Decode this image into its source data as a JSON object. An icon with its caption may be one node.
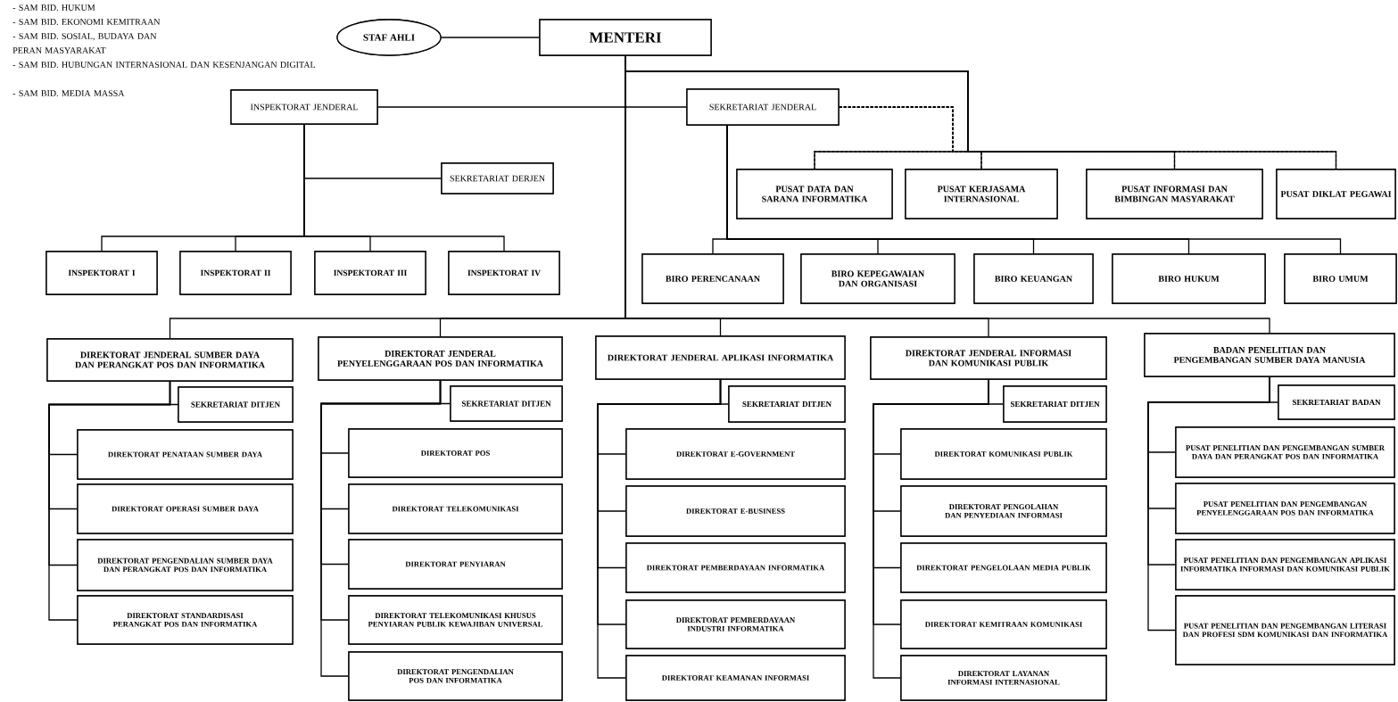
{
  "diagram": {
    "nodes": [
      {
        "text": [
          "STAF AHLI"
        ]
      },
      {
        "text": [
          "MENTERI"
        ]
      },
      {
        "text": [
          "INSPEKTORAT JENDERAL"
        ]
      },
      {
        "text": [
          "SEKRETARIAT JENDERAL"
        ]
      },
      {
        "text": [
          "SEKRETARIAT DERJEN"
        ]
      },
      {
        "text": [
          "INSPEKTORAT I"
        ]
      },
      {
        "text": [
          "INSPEKTORAT II"
        ]
      },
      {
        "text": [
          "INSPEKTORAT III"
        ]
      },
      {
        "text": [
          "INSPEKTORAT IV"
        ]
      },
      {
        "text": [
          "PUSAT DATA DAN SARANA INFORMATIKA"
        ]
      },
      {
        "text": [
          "PUSAT KERJASAMA INTERNASIONAL"
        ]
      },
      {
        "text": [
          "PUSAT INFORMASI DAN BIMBINGAN MASYARAKAT"
        ]
      },
      {
        "text": [
          "PUSAT DIKLAT PEGAWAI"
        ]
      },
      {
        "text": [
          "BIRO PERENCANAAN"
        ]
      },
      {
        "text": [
          "BIRO KEPEGAWAIAN DAN ORGANISASI"
        ]
      },
      {
        "text": [
          "BIRO KEUANGAN"
        ]
      },
      {
        "text": [
          "BIRO HUKUM"
        ]
      },
      {
        "text": [
          "BIRO UMUM"
        ]
      },
      {
        "text": [
          "DIREKTORAT JENDERAL SUMBER DAYA DAN PERANGKAT POS DAN INFORMATIKA"
        ]
      },
      {
        "text": [
          "SEKRETARIAT DITJEN"
        ]
      },
      {
        "text": [
          "DIREKTORAT PENATAAN SUMBER DAYA"
        ]
      },
      {
        "text": [
          "DIREKTORAT OPERASI SUMBER DAYA"
        ]
      },
      {
        "text": [
          "DIREKTORAT PENGENDALIAN SUMBER DAYA DAN PERANGKAT POS DAN INFORMATIKA"
        ]
      },
      {
        "text": [
          "DIREKTORAT STANDARDISASI PERANGKAT POS DAN INFORMATIKA"
        ]
      },
      {
        "text": [
          "DIREKTORAT JENDERAL PENYELENGGARAAN POS DAN INFORMATIKA"
        ]
      },
      {
        "text": [
          "SEKRETARIAT DITJEN"
        ]
      },
      {
        "text": [
          "DIREKTORAT POS"
        ]
      },
      {
        "text": [
          "DIREKTORAT TELEKOMUNIKASI"
        ]
      },
      {
        "text": [
          "DIREKTORAT PENYIARAN"
        ]
      },
      {
        "text": [
          "DIREKTORAT TELEKOMUNIKASI KHUSUS PENYIARAN PUBLIK KEWAJIBAN UNIVERSAL"
        ]
      },
      {
        "text": [
          "DIREKTORAT PENGENDALIAN POS DAN INFORMATIKA"
        ]
      },
      {
        "text": [
          "DIREKTORAT JENDERAL APLIKASI INFORMATIKA"
        ]
      },
      {
        "text": [
          "SEKRETARIAT DITJEN"
        ]
      },
      {
        "text": [
          "DIREKTORAT E-GOVERNMENT"
        ]
      },
      {
        "text": [
          "DIREKTORAT E-BUSINESS"
        ]
      },
      {
        "text": [
          "DIREKTORAT PEMBERDAYAAN INFORMATIKA"
        ]
      },
      {
        "text": [
          "DIREKTORAT PEMBERDAYAAN INDUSTRI INFORMATIKA"
        ]
      },
      {
        "text": [
          "DIREKTORAT KEAMANAN INFORMASI"
        ]
      },
      {
        "text": [
          "DIREKTORAT JENDERAL INFORMASI DAN KOMUNIKASI PUBLIK"
        ]
      },
      {
        "text": [
          "SEKRETARIAT DITJEN"
        ]
      },
      {
        "text": [
          "DIREKTORAT KOMUNIKASI PUBLIK"
        ]
      },
      {
        "text": [
          "DIREKTORAT PENGOLAHAN DAN PENYEDIAAN INFORMASI"
        ]
      },
      {
        "text": [
          "DIREKTORAT PENGELOLAAN MEDIA PUBLIK"
        ]
      },
      {
        "text": [
          "DIREKTORAT KEMITRAAN KOMUNIKASI"
        ]
      },
      {
        "text": [
          "DIREKTORAT LAYANAN INFORMASI INTERNASIONAL"
        ]
      },
      {
        "text": [
          "BADAN PENELITIAN DAN PENGEMBANGAN SUMBER DAYA MANUSIA"
        ]
      },
      {
        "text": [
          "SEKRETARIAT BADAN"
        ]
      },
      {
        "text": [
          "PUSAT PENELITIAN DAN PENGEMBANGAN SUMBER DAYA DAN PERANGKAT POS DAN INFORMATIKA"
        ]
      },
      {
        "text": [
          "PUSAT PENELITIAN DAN PENGEMBANGAN PENYELENGGARAAN POS DAN INFORMATIKA"
        ]
      },
      {
        "text": [
          "PUSAT PENELITIAN DAN PENGEMBANGAN APLIKASI INFORMATIKA INFORMASI DAN KOMUNIKASI PUBLIK"
        ]
      },
      {
        "text": [
          "PUSAT PENELITIAN DAN PENGEMBANGAN LITERASI DAN PROFESI SDM KOMUNIKASI DAN INFORMATIKA"
        ]
      }
    ],
    "edges": [
      {
        "from": 0,
        "to": 1,
        "arrow": "none"
      },
      {
        "from": 1,
        "to": 2,
        "arrow": "none"
      },
      {
        "from": 1,
        "to": 3,
        "arrow": "none"
      },
      {
        "from": 2,
        "to": 4,
        "arrow": "none"
      },
      {
        "from": 2,
        "to": 5,
        "arrow": "none"
      },
      {
        "from": 2,
        "to": 6,
        "arrow": "none"
      },
      {
        "from": 2,
        "to": 7,
        "arrow": "none"
      },
      {
        "from": 2,
        "to": 8,
        "arrow": "none"
      },
      {
        "from": 1,
        "to": 9,
        "arrow": "none"
      },
      {
        "from": 1,
        "to": 10,
        "arrow": "none"
      },
      {
        "from": 1,
        "to": 11,
        "arrow": "none"
      },
      {
        "from": 1,
        "to": 12,
        "arrow": "none"
      },
      {
        "from": 3,
        "to": 9,
        "arrow": "none",
        "style": "dashed"
      },
      {
        "from": 3,
        "to": 10,
        "arrow": "none",
        "style": "dashed"
      },
      {
        "from": 3,
        "to": 11,
        "arrow": "none",
        "style": "dashed"
      },
      {
        "from": 3,
        "to": 12,
        "arrow": "none",
        "style": "dashed"
      },
      {
        "from": 3,
        "to": 13,
        "arrow": "none"
      },
      {
        "from": 3,
        "to": 14,
        "arrow": "none"
      },
      {
        "from": 3,
        "to": 15,
        "arrow": "none"
      },
      {
        "from": 3,
        "to": 16,
        "arrow": "none"
      },
      {
        "from": 3,
        "to": 17,
        "arrow": "none"
      },
      {
        "from": 1,
        "to": 18,
        "arrow": "none"
      },
      {
        "from": 1,
        "to": 24,
        "arrow": "none"
      },
      {
        "from": 1,
        "to": 31,
        "arrow": "none"
      },
      {
        "from": 1,
        "to": 38,
        "arrow": "none"
      },
      {
        "from": 1,
        "to": 45,
        "arrow": "none"
      },
      {
        "from": 18,
        "to": 19,
        "arrow": "none"
      },
      {
        "from": 18,
        "to": 20,
        "arrow": "none"
      },
      {
        "from": 18,
        "to": 21,
        "arrow": "none"
      },
      {
        "from": 18,
        "to": 22,
        "arrow": "none"
      },
      {
        "from": 18,
        "to": 23,
        "arrow": "none"
      },
      {
        "from": 24,
        "to": 25,
        "arrow": "none"
      },
      {
        "from": 24,
        "to": 26,
        "arrow": "none"
      },
      {
        "from": 24,
        "to": 27,
        "arrow": "none"
      },
      {
        "from": 24,
        "to": 28,
        "arrow": "none"
      },
      {
        "from": 24,
        "to": 29,
        "arrow": "none"
      },
      {
        "from": 24,
        "to": 30,
        "arrow": "none"
      },
      {
        "from": 31,
        "to": 32,
        "arrow": "none"
      },
      {
        "from": 31,
        "to": 33,
        "arrow": "none"
      },
      {
        "from": 31,
        "to": 34,
        "arrow": "none"
      },
      {
        "from": 31,
        "to": 35,
        "arrow": "none"
      },
      {
        "from": 31,
        "to": 36,
        "arrow": "none"
      },
      {
        "from": 31,
        "to": 37,
        "arrow": "none"
      },
      {
        "from": 38,
        "to": 39,
        "arrow": "none"
      },
      {
        "from": 38,
        "to": 40,
        "arrow": "none"
      },
      {
        "from": 38,
        "to": 41,
        "arrow": "none"
      },
      {
        "from": 38,
        "to": 42,
        "arrow": "none"
      },
      {
        "from": 38,
        "to": 43,
        "arrow": "none"
      },
      {
        "from": 38,
        "to": 44,
        "arrow": "none"
      },
      {
        "from": 45,
        "to": 46,
        "arrow": "none"
      },
      {
        "from": 45,
        "to": 47,
        "arrow": "none"
      },
      {
        "from": 45,
        "to": 48,
        "arrow": "none"
      },
      {
        "from": 45,
        "to": 49,
        "arrow": "none"
      },
      {
        "from": 45,
        "to": 50,
        "arrow": "none"
      }
    ],
    "labels": [
      "- SAM BID. HUKUM",
      "- SAM BID. EKONOMI KEMITRAAN",
      "- SAM BID. SOSIAL, BUDAYA DAN PERAN MASYARAKAT",
      "- SAM BID. HUBUNGAN INTERNASIONAL DAN KESENJANGAN DIGITAL",
      "- SAM BID. MEDIA MASSA"
    ]
  }
}
